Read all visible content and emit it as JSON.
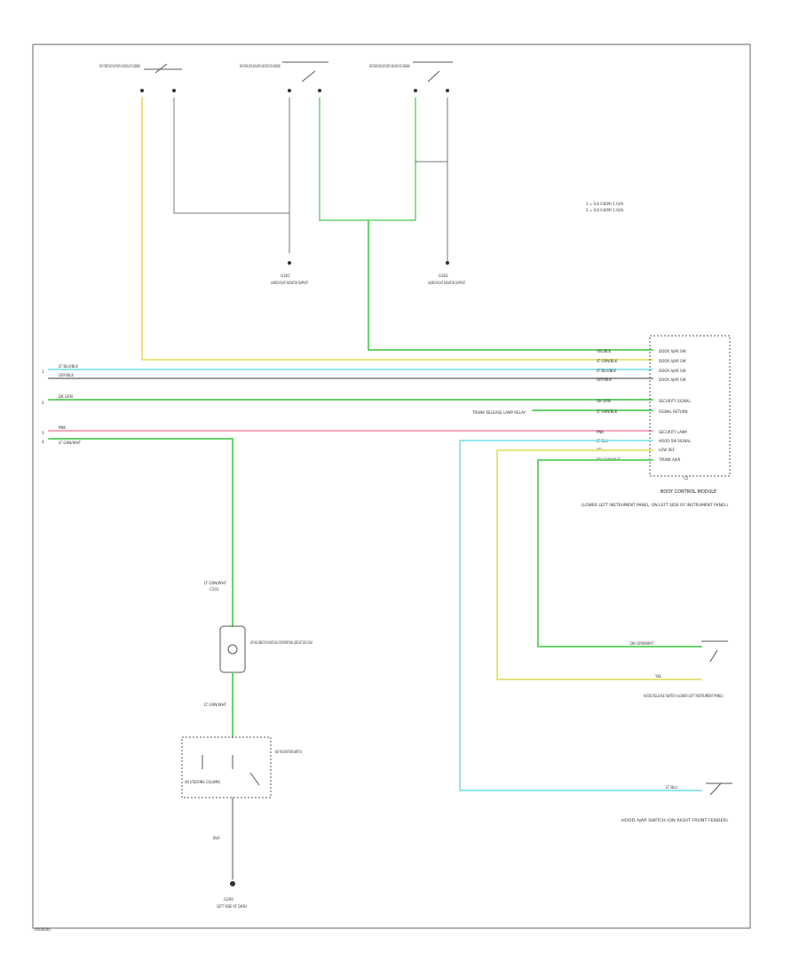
{
  "diagram": {
    "footer_code": "0000000",
    "legend": {
      "line1": "1 = 0.8 0.8(M) 1.0(A)",
      "line2": "2 = 0.8 0.8(M) 1.0(A)"
    },
    "colors": {
      "yellow": "#e8e37a",
      "green": "#67d36a",
      "cyan": "#8fe6f0",
      "gray": "#9a9a9a",
      "pink": "#f4a6b7",
      "black": "#333333"
    },
    "top_switches": [
      {
        "label": "RIGHT FRONT DOOR AJAR SWITCH (IN DOOR LATCH ASSEMBLY)"
      },
      {
        "label": "RIGHT REAR DOOR AJAR SWITCH (IN DOOR LATCH ASSEMBLY)"
      },
      {
        "label": "RIGHT REAR DOOR AJAR SWITCH (IN DOOR LATCH ASSEMBLY)"
      }
    ],
    "grounds": [
      {
        "code": "G301",
        "label": "LOWER RIGHT RADIATOR SUPPORT"
      },
      {
        "code": "G302",
        "label": "LOWER RIGHT RADIATOR SUPPORT"
      }
    ],
    "bcm": {
      "title": "BODY CONTROL MODULE",
      "subtitle": "(LOWER LEFT INSTRUMENT PANEL, ON LEFT SIDE OF INSTRUMENT PANEL)",
      "connector_code": "C2",
      "pins": [
        {
          "wire": "YEL/BLK",
          "label": "DOOR AJAR SW"
        },
        {
          "wire": "LT GRN/BLK",
          "label": "DOOR AJAR SW"
        },
        {
          "wire": "LT BLU/BLK",
          "label": "DOOR AJAR SW"
        },
        {
          "wire": "GRY/BLK",
          "label": "DOOR AJAR SW"
        },
        {
          "wire": "",
          "label": ""
        },
        {
          "wire": "DK GRN",
          "label": "SECURITY SIGNAL"
        },
        {
          "wire": "LT GRN/BLK",
          "label": "SIGNAL RETURN"
        },
        {
          "wire": "",
          "label": ""
        },
        {
          "wire": "PNK",
          "label": "SECURITY LAMP"
        },
        {
          "wire": "LT BLU",
          "label": "HOOD SW SIGNAL"
        },
        {
          "wire": "YEL",
          "label": "LOW REF"
        },
        {
          "wire": "DK GRN/WHT",
          "label": "TRUNK AJAR"
        }
      ]
    },
    "left_wires": [
      {
        "ref": "1",
        "label": "LT BLU/BLK"
      },
      {
        "ref": "",
        "label": "GRY/BLK"
      },
      {
        "ref": "2",
        "label": "DK GRN"
      },
      {
        "ref": "3",
        "label": "PNK"
      },
      {
        "ref": "4",
        "label": "LT GRN/WHT"
      }
    ],
    "ground_plane_note": "TRUNK RELEASE LAMP RELAY",
    "hood_switch": {
      "label": "HOOD AJAR SWITCH (ON RIGHT FRONT FENDER)",
      "wire": "LT BLU"
    },
    "trunk_switch": {
      "label": "HOOD RELEASE SWITCH (LOWER LEFT INSTRUMENT PANEL)",
      "wire1": "DK GRN/WHT",
      "wire2": "YEL"
    },
    "relay_box": {
      "code": "C101",
      "label": "DATA LINK CONNECTOR (IN DRIVER SIDE OF INSTRUMENT PANEL, UNDER LEFT SIDE OF DASH)"
    },
    "ignition_switch": {
      "label": "KEY IN IGNITION SWITCH",
      "sublabel": "(IN STEERING COLUMN)"
    },
    "bottom_ground": {
      "code": "G200",
      "label": "LEFT SIDE OF DASH"
    },
    "splice_labels": [
      "LT GRN/WHT",
      "LT GRN/WHT",
      "BLK"
    ]
  }
}
